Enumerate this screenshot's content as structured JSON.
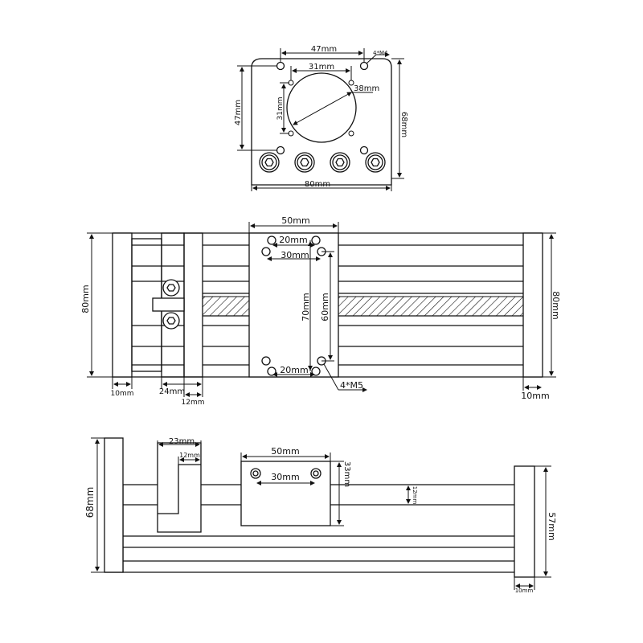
{
  "top_view": {
    "width": "47mm",
    "inner_width": "31mm",
    "hole_label": "4*M4",
    "circle_diameter": "38mm",
    "inner_height": "31mm",
    "height": "47mm",
    "plate_height": "68mm",
    "plate_width": "80mm"
  },
  "front_view": {
    "slider_width": "50mm",
    "hole_spacing_top": "20mm",
    "hole_spacing": "30mm",
    "slider_height": "70mm",
    "hole_vertical": "60mm",
    "hole_spacing_bottom": "20mm",
    "thread_label": "4*M5",
    "left_height": "80mm",
    "right_height": "80mm",
    "end_width_left": "10mm",
    "bracket_width": "24mm",
    "bracket_inner": "12mm",
    "end_width_right": "10mm"
  },
  "side_view": {
    "bracket_width": "23mm",
    "bracket_inner": "12mm",
    "slider_width": "50mm",
    "hole_spacing": "30mm",
    "slider_height": "33mm",
    "rail_height": "12mm",
    "total_height": "68mm",
    "right_height": "57mm",
    "end_width": "10mm"
  }
}
